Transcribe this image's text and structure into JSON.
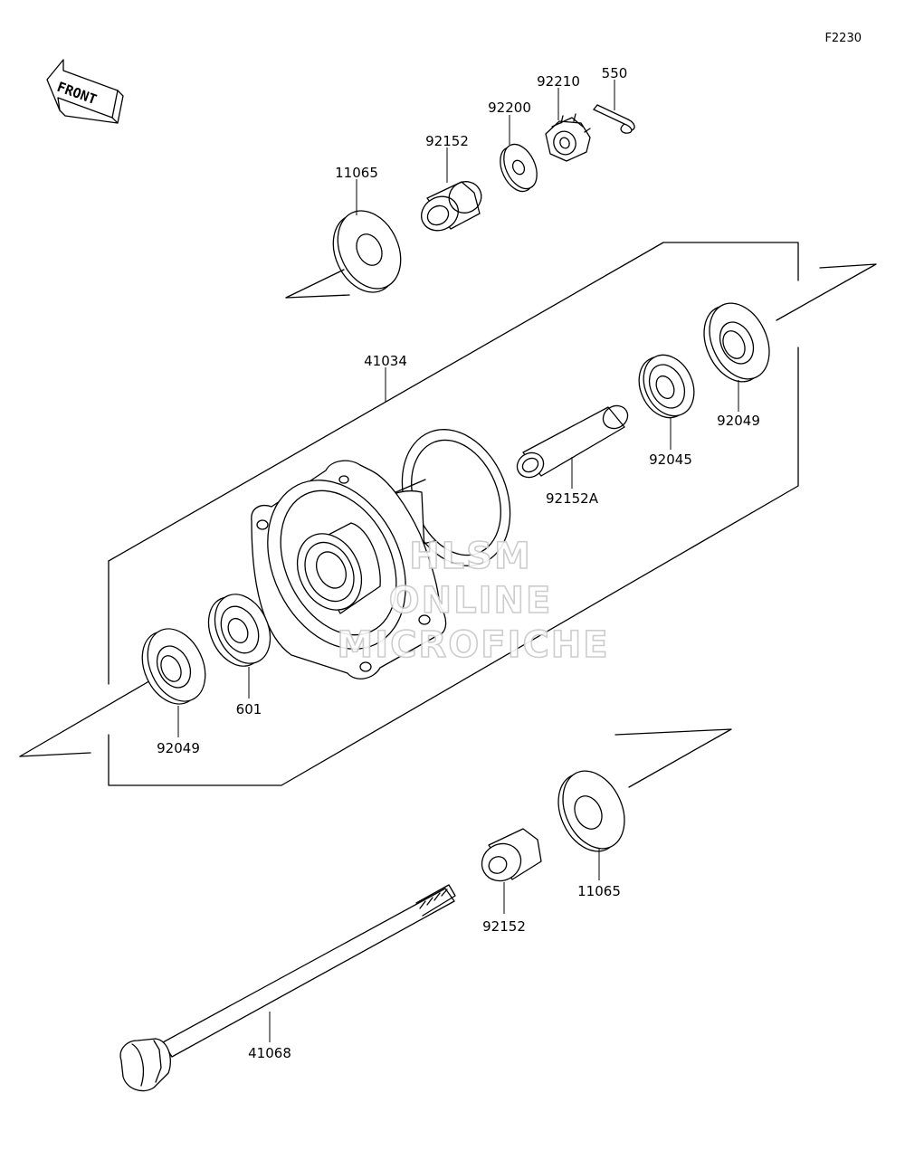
{
  "diagram_code": "F2230",
  "front_arrow": {
    "label": "FRONT",
    "icon": "front-direction-arrow-icon"
  },
  "parts": {
    "p11065_top": "11065",
    "p92152_top": "92152",
    "p92200": "92200",
    "p92210": "92210",
    "p550": "550",
    "p41034": "41034",
    "p92049_right": "92049",
    "p92045": "92045",
    "p92152A": "92152A",
    "p601": "601",
    "p92049_left": "92049",
    "p11065_bottom": "11065",
    "p92152_bottom": "92152",
    "p41068": "41068"
  },
  "watermark": {
    "line1": "HLSM",
    "line2": "ONLINE",
    "line3": "MICROFICHE"
  }
}
